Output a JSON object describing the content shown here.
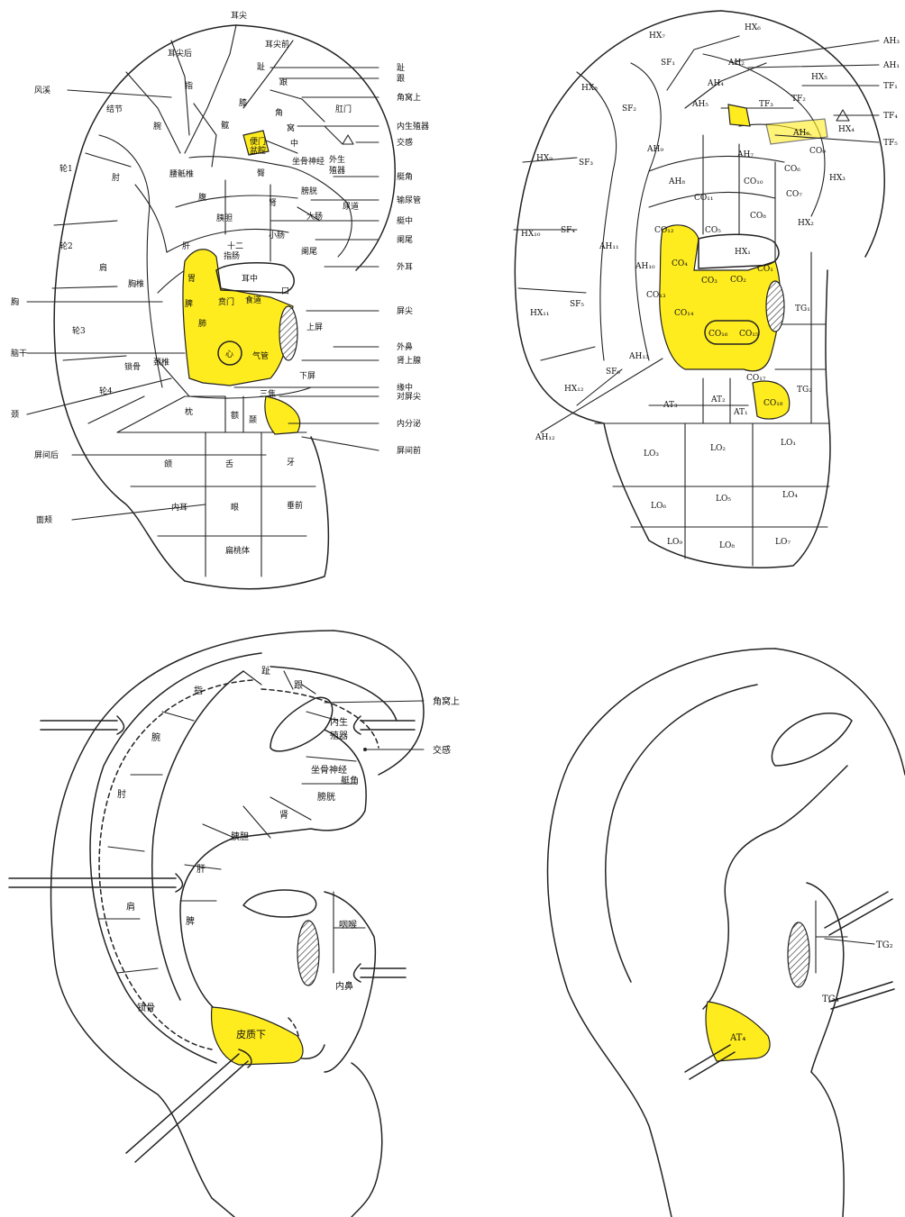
{
  "colors": {
    "highlight": "#ffec1f",
    "line": "#222222",
    "background": "#ffffff"
  },
  "icons": {
    "sympathetic_marker": "triangle-icon",
    "tragus_hatch": "hatched-ellipse-icon"
  },
  "panel1": {
    "regions": {
      "r1": "耳尖",
      "r2": "耳尖后",
      "r3": "耳尖前",
      "r4": "结节",
      "r5": "指",
      "r6": "腕",
      "r7": "趾",
      "r8": "跟",
      "r9": "膝",
      "r10": "髋",
      "r11": "角",
      "r12": "窝",
      "r13": "中",
      "r14": "肛门",
      "r15": "便门",
      "r16": "盆腔",
      "r17": "肘",
      "r18": "腰骶椎",
      "r19": "臀",
      "r20": "坐骨神经",
      "r21": "外生",
      "r22": "殖器",
      "r23": "轮1",
      "r24": "轮2",
      "r25": "轮3",
      "r26": "轮4",
      "r27": "腹",
      "r28": "胰胆",
      "r29": "肾",
      "r30": "膀胱",
      "r31": "大肠",
      "r32": "小肠",
      "r33": "尿道",
      "r34": "肝",
      "r35": "十二",
      "r36": "指肠",
      "r37": "阑尾",
      "r38": "肩",
      "r39": "胸椎",
      "r40": "胃",
      "r41": "耳中",
      "r42": "口",
      "r43": "贲门",
      "r44": "食道",
      "r45": "脾",
      "r46": "上屏",
      "r47": "心",
      "r48": "气管",
      "r49": "肺",
      "r50": "颈椎",
      "r51": "锁骨",
      "r52": "下屏",
      "r53": "三焦",
      "r54": "枕",
      "r55": "额",
      "r56": "颞",
      "r57": "颌",
      "r58": "舌",
      "r59": "牙",
      "r60": "内耳",
      "r61": "眼",
      "r62": "垂前",
      "r63": "扁桃体"
    },
    "callouts": {
      "c1": "风溪",
      "c2": "趾",
      "c3": "跟",
      "c4": "角窝上",
      "c5": "内生殖器",
      "c6": "交感",
      "c7": "艇角",
      "c8": "输尿管",
      "c9": "艇中",
      "c10": "阑尾",
      "c11": "外耳",
      "c12": "屏尖",
      "c13": "外鼻",
      "c14": "肾上腺",
      "c15": "缘中",
      "c16": "对屏尖",
      "c17": "内分泌",
      "c18": "屏间前",
      "c19": "胸",
      "c20": "脑干",
      "c21": "颈",
      "c22": "屏间后",
      "c23": "面颊"
    }
  },
  "panel2": {
    "regions": {
      "r1": "HX₆",
      "r2": "HX₇",
      "r3": "SF₁",
      "r4": "AH₂",
      "r5": "HX₅",
      "r6": "HX₈",
      "r7": "SF₂",
      "r8": "AH₄",
      "r9": "AH₅",
      "r10": "TF₃",
      "r11": "TF₂",
      "r12": "AH₆",
      "r13": "HX₄",
      "r14": "CO₉",
      "r15": "AH₉",
      "r16": "AH₇",
      "r17": "CO₆",
      "r18": "HX₉",
      "r19": "SF₃",
      "r20": "AH₈",
      "r21": "CO₁₀",
      "r22": "CO₇",
      "r23": "HX₃",
      "r24": "CO₁₁",
      "r25": "CO₁₂",
      "r26": "CO₈",
      "r27": "HX₁₀",
      "r28": "SF₄",
      "r29": "AH₁₁",
      "r30": "CO₅",
      "r31": "HX₂",
      "r32": "AH₁₀",
      "r33": "CO₄",
      "r34": "HX₁",
      "r35": "CO₁",
      "r36": "CO₁₃",
      "r37": "CO₃",
      "r38": "CO₂",
      "r39": "HX₁₁",
      "r40": "SF₅",
      "r41": "CO₁₄",
      "r42": "TG₁",
      "r43": "CO₁₆",
      "r44": "CO₁₅",
      "r45": "AH₁₃",
      "r46": "SF₆",
      "r47": "HX₁₂",
      "r48": "CO₁₇",
      "r49": "AT₃",
      "r50": "AT₂",
      "r51": "TG₂",
      "r52": "AT₁",
      "r53": "CO₁₈",
      "r54": "LO₃",
      "r55": "LO₂",
      "r56": "LO₁",
      "r57": "LO₆",
      "r58": "LO₅",
      "r59": "LO₄",
      "r60": "LO₉",
      "r61": "LO₈",
      "r62": "LO₇"
    },
    "callouts": {
      "c1": "AH₃",
      "c2": "AH₁",
      "c3": "TF₁",
      "c4": "TF₄",
      "c5": "TF₅",
      "c6": "AH₁₂"
    }
  },
  "panel3": {
    "regions": {
      "r1": "趾",
      "r2": "跟",
      "r3": "指",
      "r4": "腕",
      "r5": "内生",
      "r6": "殖器",
      "r7": "肘",
      "r8": "坐骨神经",
      "r9": "艇角",
      "r10": "膀胱",
      "r11": "肾",
      "r12": "胰胆",
      "r13": "肝",
      "r14": "肩",
      "r15": "脾",
      "r16": "咽喉",
      "r17": "内鼻",
      "r18": "锁骨",
      "r19": "皮质下"
    },
    "callouts": {
      "c1": "角窝上",
      "c2": "交感"
    }
  },
  "panel4": {
    "regions": {
      "r1": "AT₄",
      "r2": "TG₄"
    },
    "callouts": {
      "c1": "TG₂"
    }
  }
}
